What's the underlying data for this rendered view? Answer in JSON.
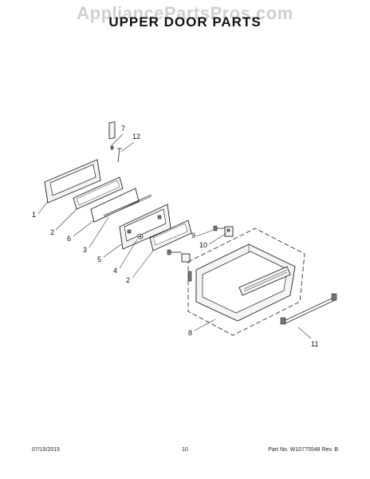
{
  "watermark": "AppliancePartsPros.com",
  "title": "UPPER DOOR PARTS",
  "footer": {
    "date": "07/15/2015",
    "page": "10",
    "part_no": "Part No. W10775548  Rev. B"
  },
  "callouts": [
    "7",
    "12",
    "1",
    "2",
    "6",
    "3",
    "5",
    "4",
    "2",
    "9",
    "10",
    "8",
    "11"
  ]
}
